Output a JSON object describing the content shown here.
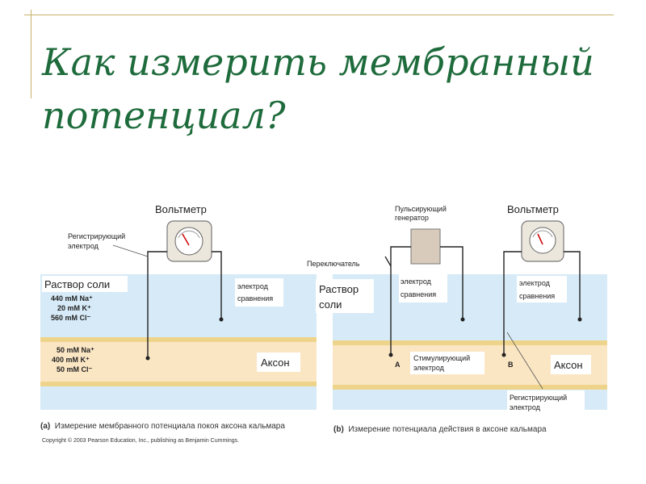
{
  "slide": {
    "title_line1": "Как измерить мембранный",
    "title_line2": "потенциал?"
  },
  "panel_a": {
    "voltmeter": "Вольтметр",
    "recording_electrode_1": "Регистрирующий",
    "recording_electrode_2": "электрод",
    "salt_solution": "Раствор соли",
    "outside_conc": [
      "440 mM Na⁺",
      "20 mM K⁺",
      "560 mM Cl⁻"
    ],
    "reference_electrode_1": "электрод",
    "reference_electrode_2": "сравнения",
    "inside_conc": [
      "50 mM Na⁺",
      "400 mM K⁺",
      "50 mM Cl⁻"
    ],
    "axon": "Аксон",
    "caption_letter": "(a)",
    "caption_text": "Измерение мембранного потенциала покоя аксона кальмара"
  },
  "panel_b": {
    "pulse_generator_1": "Пульсирующий",
    "pulse_generator_2": "генератор",
    "voltmeter": "Вольтметр",
    "switch": "Переключатель",
    "salt_solution_1": "Раствор",
    "salt_solution_2": "соли",
    "reference_electrode_1a": "электрод",
    "reference_electrode_1b": "сравнения",
    "reference_electrode_2a": "электрод",
    "reference_electrode_2b": "сравнения",
    "point_a": "A",
    "point_b": "B",
    "stimulating_electrode_1": "Стимулирующий",
    "stimulating_electrode_2": "электрод",
    "axon": "Аксон",
    "recording_electrode_1": "Регистрирующий",
    "recording_electrode_2": "электрод",
    "caption_letter": "(b)",
    "caption_text": "Измерение потенциала действия в аксоне кальмара"
  },
  "copyright": "Copyright © 2003 Pearson Education, Inc., publishing as Benjamin Cummings.",
  "colors": {
    "title": "#1e6b3c",
    "frame": "#c9b26a",
    "solution": "#d6ebf7",
    "axon": "#fbe6c4",
    "membrane": "#eed48a"
  }
}
